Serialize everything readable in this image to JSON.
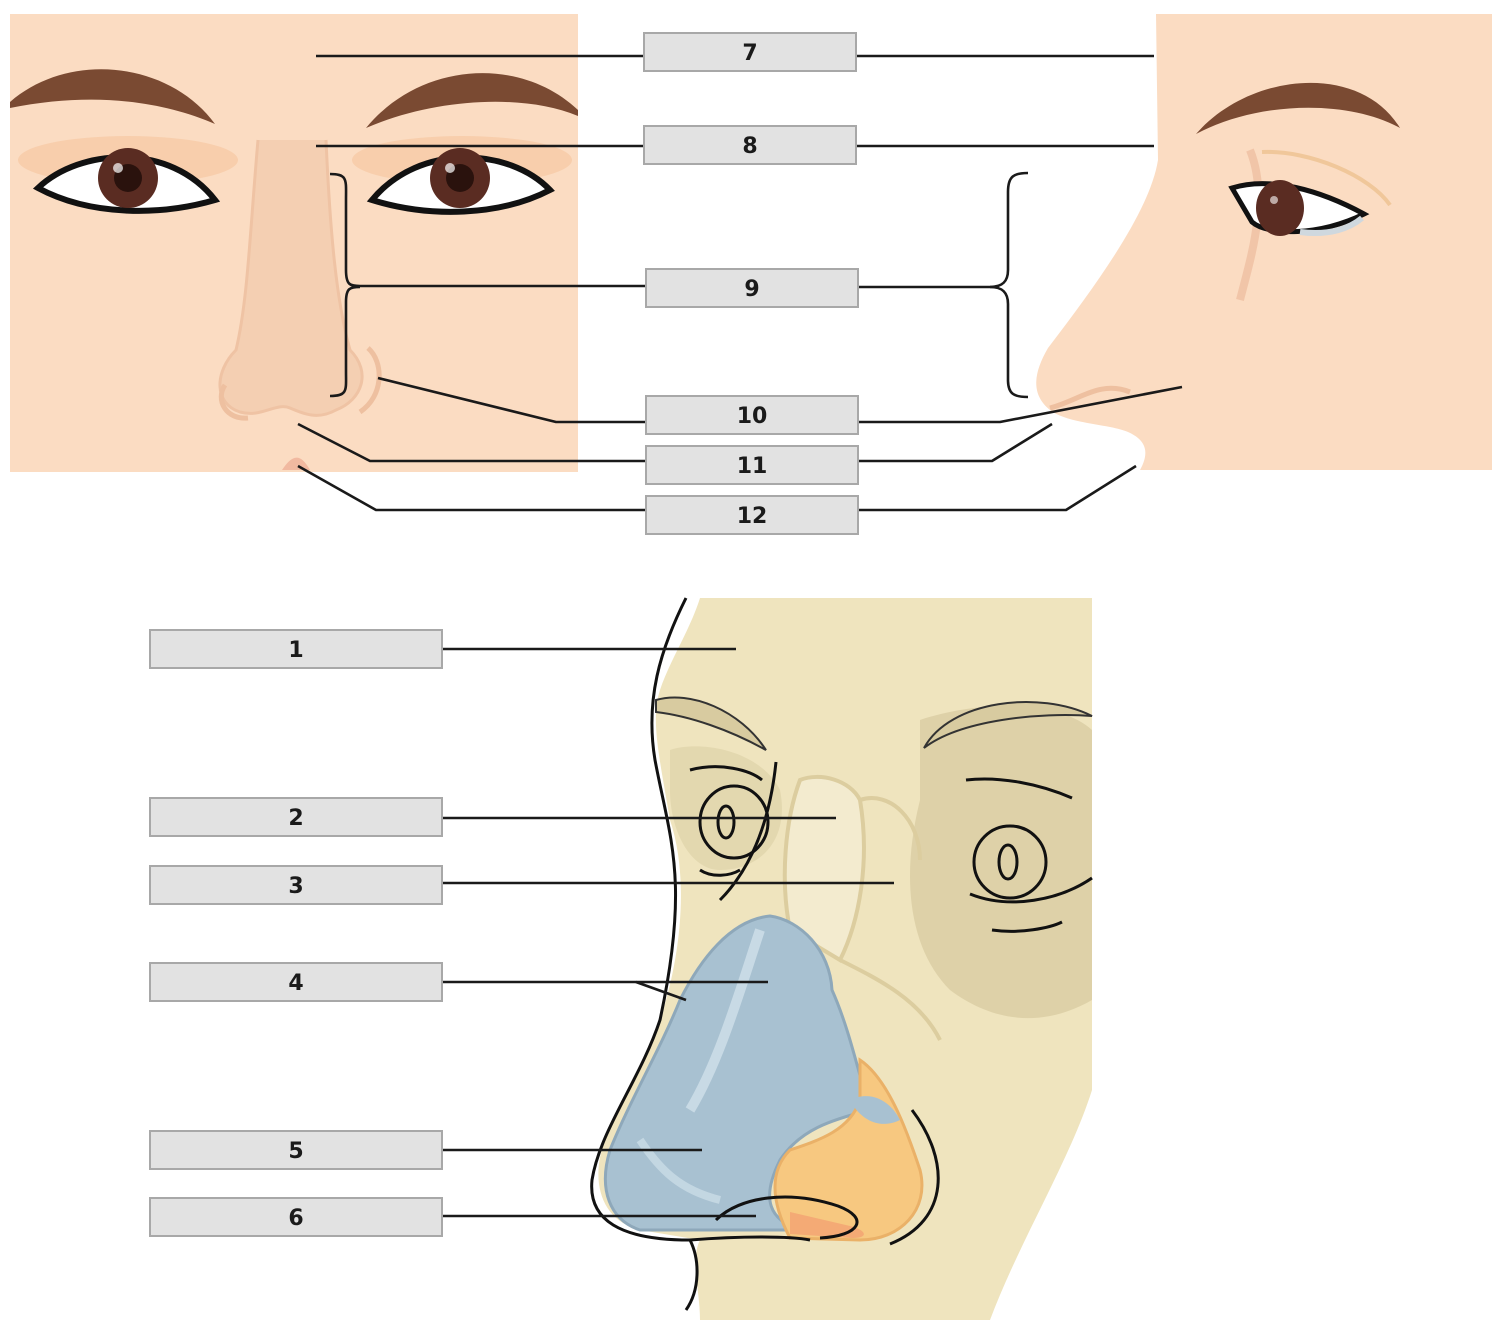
{
  "labels": {
    "l1": "1",
    "l2": "2",
    "l3": "3",
    "l4": "4",
    "l5": "5",
    "l6": "6",
    "l7": "7",
    "l8": "8",
    "l9": "9",
    "l10": "10",
    "l11": "11",
    "l12": "12"
  },
  "colors": {
    "skin": "#fbdcc2",
    "skin_shadow": "#f1c5a8",
    "brow": "#7a4a32",
    "iris": "#5a2c22",
    "bone": "#efe4be",
    "bone_shadow": "#d8cba0",
    "cartilage_blue": "#a8c1d1",
    "cartilage_orange": "#f7c880",
    "label_box": "#e2e2e2",
    "line": "#1a1a1a"
  }
}
